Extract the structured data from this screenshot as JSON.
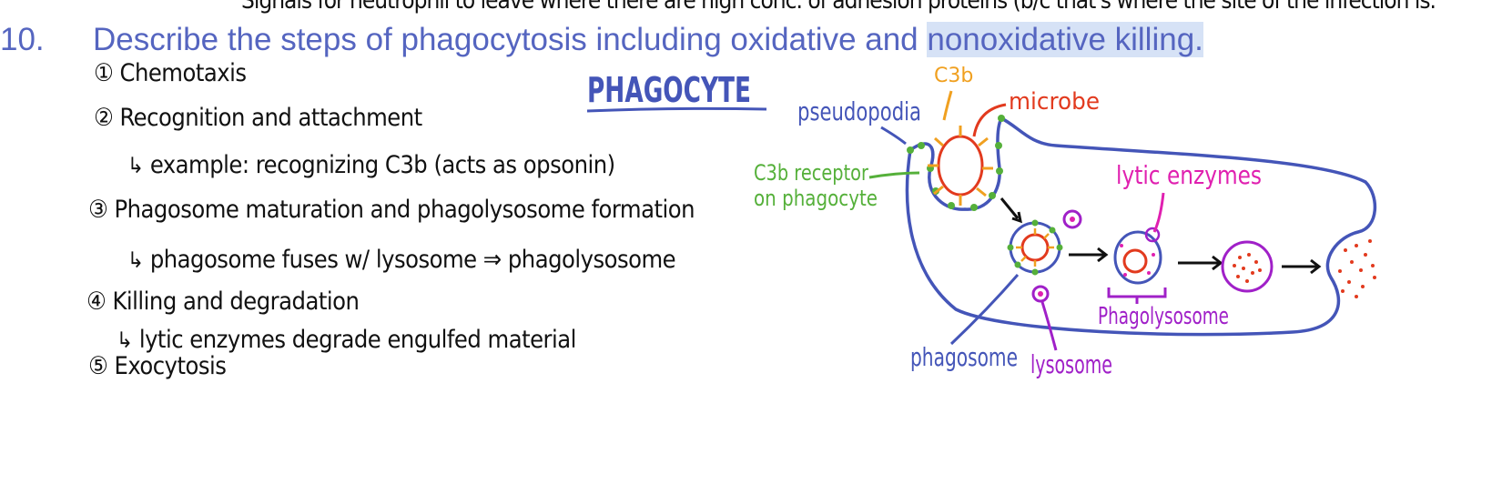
{
  "previous_line": "Signals for neutrophil to leave where there are high conc. of adhesion proteins (b/c that's where the site of the infection is.",
  "question": {
    "number": "10.",
    "text_main": "Describe the steps of phagocytosis including oxidative and ",
    "text_highlight": "nonoxidative killing."
  },
  "notes": {
    "step1": "① Chemotaxis",
    "step2": "② Recognition and attachment",
    "step2_sub": "example: recognizing C3b (acts as opsonin)",
    "step3": "③ Phagosome maturation and phagolysosome formation",
    "step3_sub": "phagosome fuses w/ lysosome ⇒ phagolysosome",
    "step4": "④ Killing and degradation",
    "step4_sub": "lytic enzymes degrade engulfed material",
    "step5": "⑤ Exocytosis",
    "sub_arrow": "↳"
  },
  "diagram": {
    "title": "PHAGOCYTE",
    "labels": {
      "c3b": "C3b",
      "microbe": "microbe",
      "pseudopodia": "pseudopodia",
      "receptor_line1": "C3b receptor",
      "receptor_line2": "on phagocyte",
      "lytic_enzymes": "lytic enzymes",
      "phagolysosome": "Phagolysosome",
      "phagosome": "phagosome",
      "lysosome": "lysosome"
    },
    "colors": {
      "blue": "#4455b8",
      "orange": "#f0a020",
      "red": "#e23a1e",
      "green": "#55b03a",
      "magenta": "#e020b0",
      "purple": "#a020c8"
    }
  }
}
